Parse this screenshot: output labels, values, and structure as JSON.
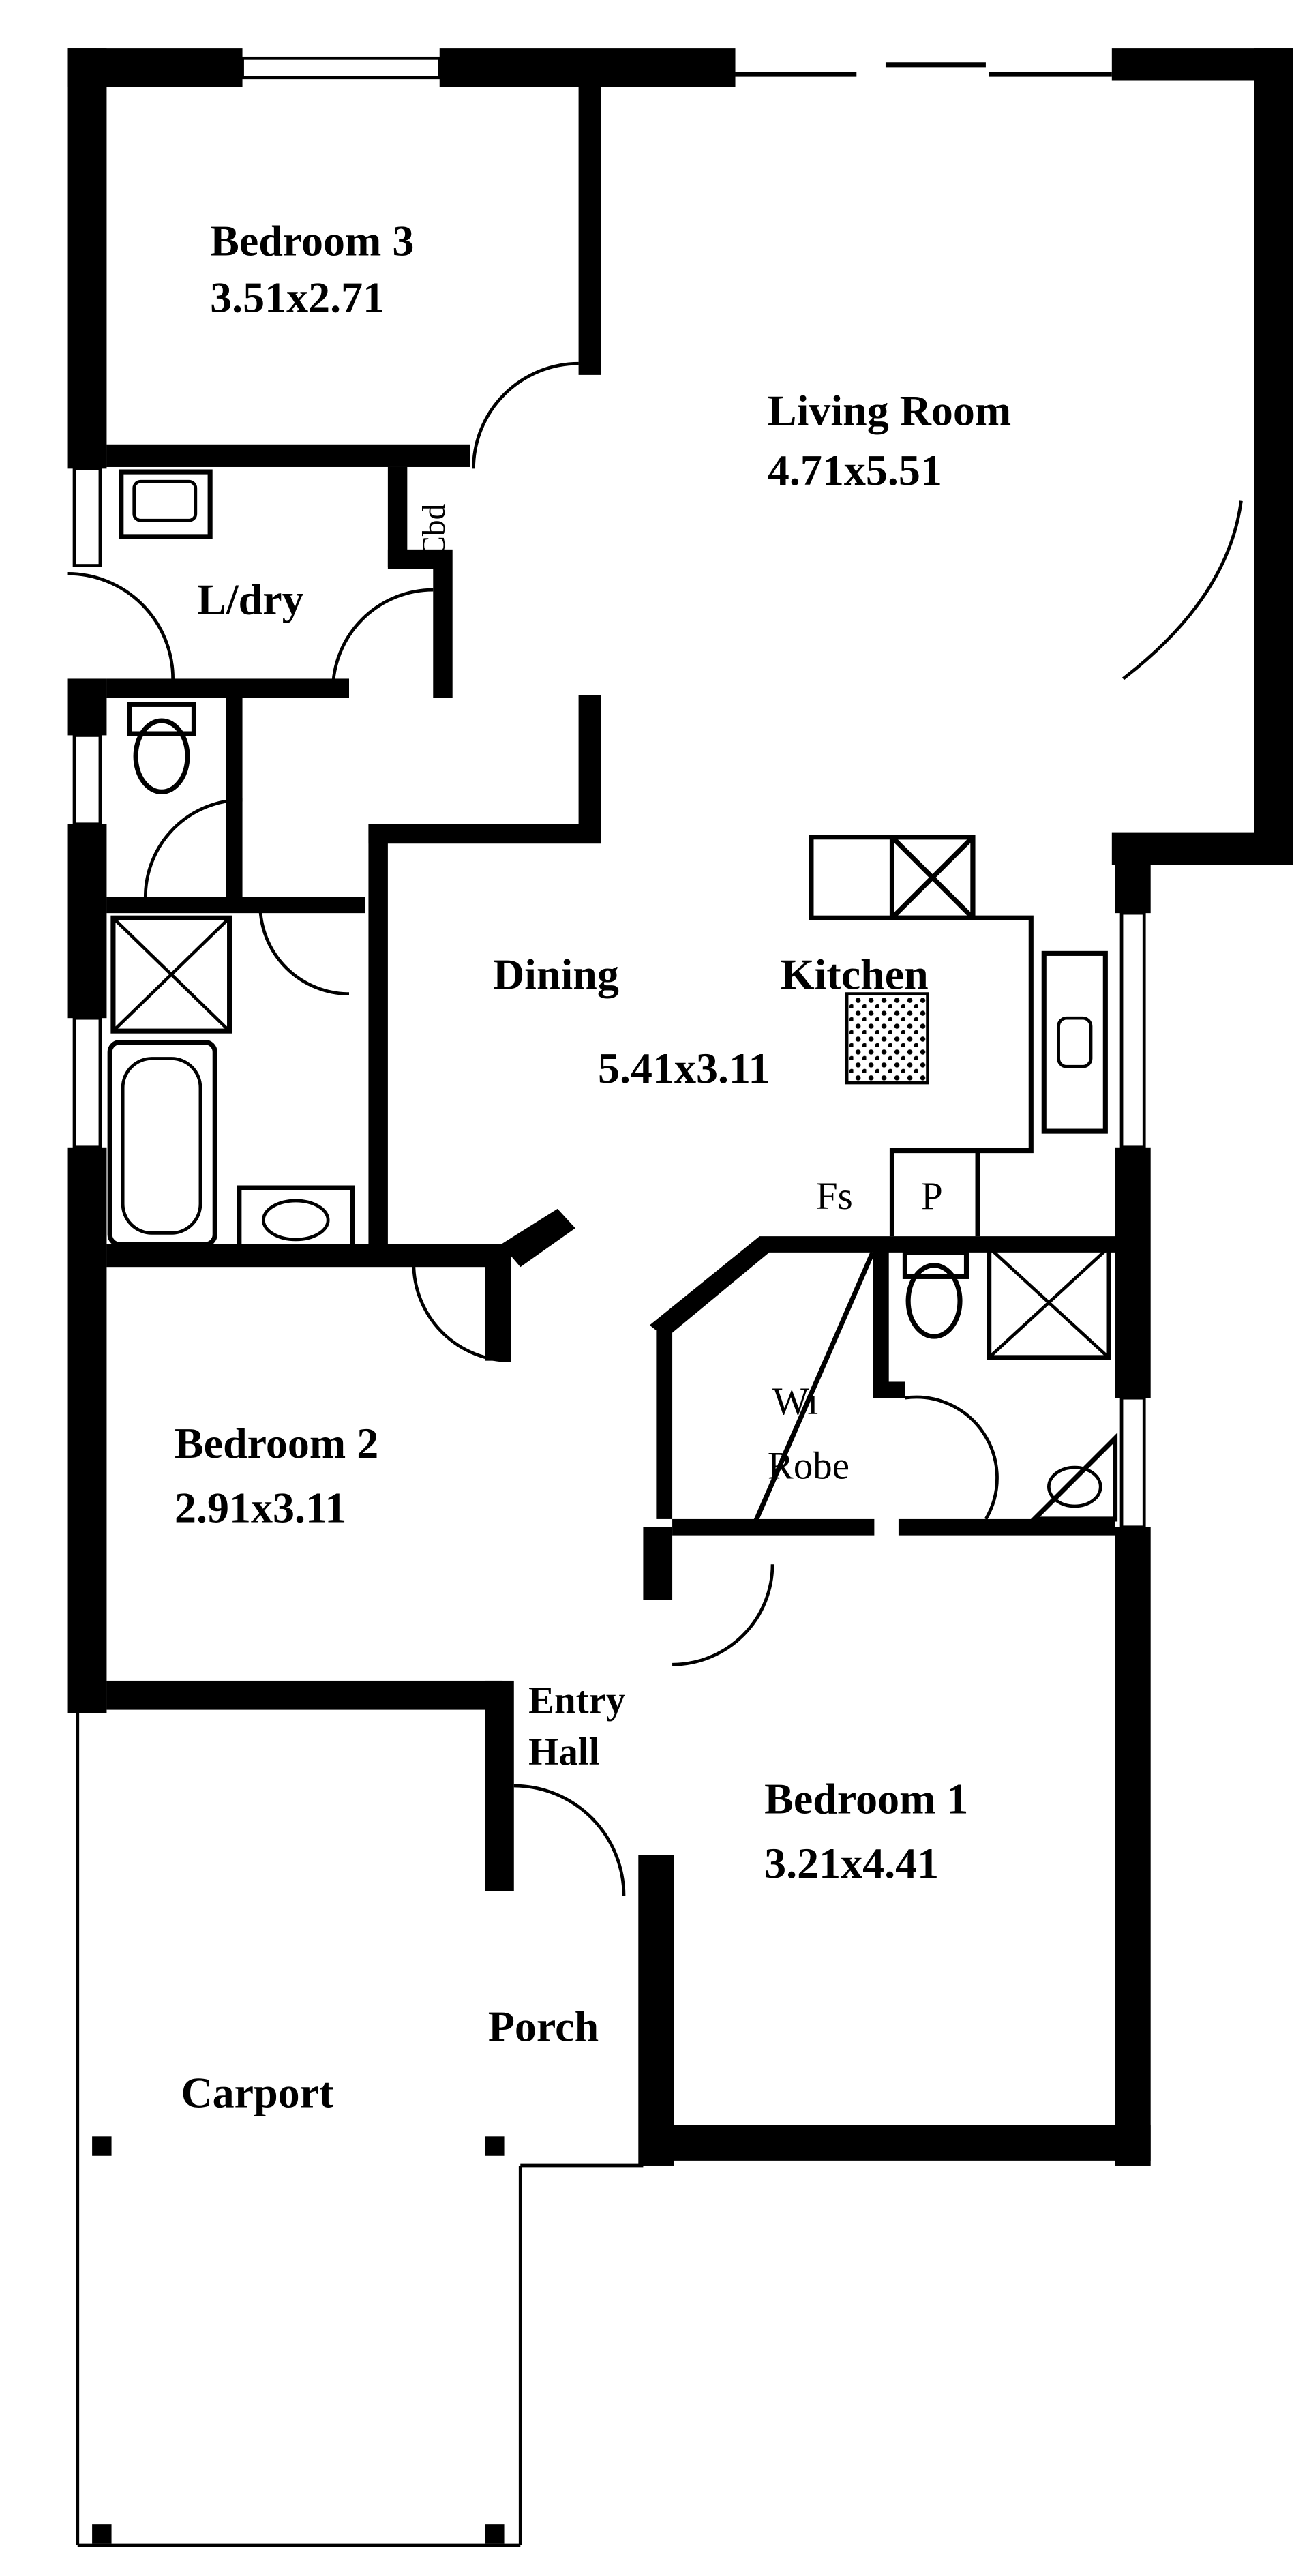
{
  "rooms": {
    "bedroom3": {
      "name": "Bedroom 3",
      "size": "3.51x2.71"
    },
    "living": {
      "name": "Living Room",
      "size": "4.71x5.51"
    },
    "laundry": {
      "name": "L/dry"
    },
    "cupboard": {
      "name": "Cbd"
    },
    "dining": {
      "name": "Dining"
    },
    "kitchen": {
      "name": "Kitchen"
    },
    "dining_kitchen_size": "5.41x3.11",
    "fridge_space": "Fs",
    "pantry": "P",
    "wir": {
      "line1": "Wi",
      "line2": "Robe"
    },
    "bedroom2": {
      "name": "Bedroom 2",
      "size": "2.91x3.11"
    },
    "entry": {
      "line1": "Entry",
      "line2": "Hall"
    },
    "bedroom1": {
      "name": "Bedroom 1",
      "size": "3.21x4.41"
    },
    "porch": {
      "name": "Porch"
    },
    "carport": {
      "name": "Carport"
    }
  }
}
